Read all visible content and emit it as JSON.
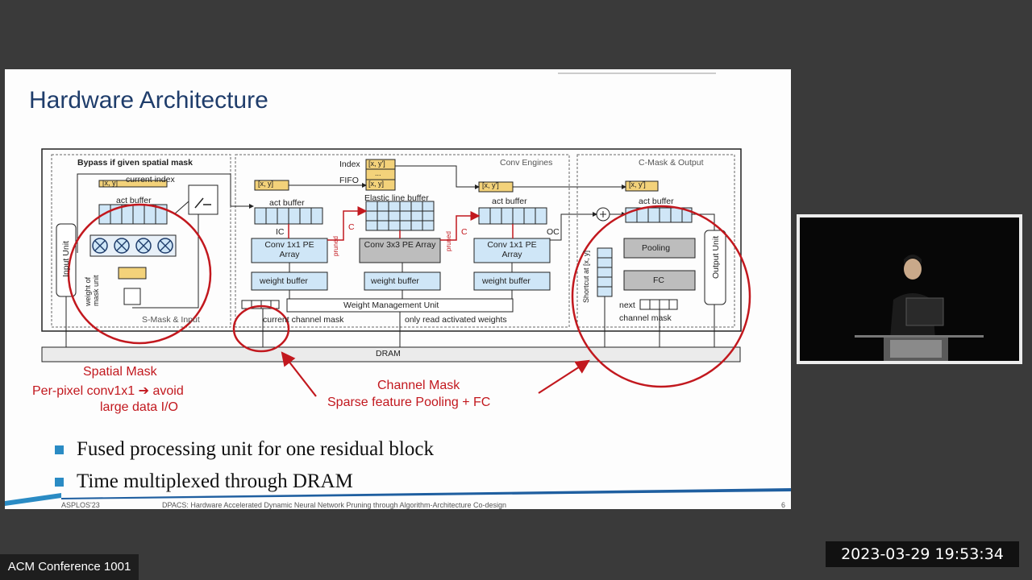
{
  "slide": {
    "title": "Hardware Architecture",
    "diagram": {
      "bypass_label": "Bypass if given spatial mask",
      "current_index_label": "current index",
      "xy_label": "[x, y]",
      "xy_prime_label": "[x, y']",
      "index_label": "Index",
      "fifo_label": "FIFO",
      "dots_label": "...",
      "conv_engines_label": "Conv Engines",
      "cmask_output_label": "C-Mask & Output",
      "smask_input_label": "S-Mask & Input",
      "act_buffer_label": "act buffer",
      "elastic_line_buffer_label": "Elastic line buffer",
      "input_unit_label": "Input Unit",
      "weight_mask_unit_label": "weight of mask unit",
      "conv1x1_a_label": "Conv 1x1 PE Array",
      "conv3x3_label": "Conv 3x3 PE Array",
      "conv1x1_b_label": "Conv 1x1 PE Array",
      "weight_buffer_label": "weight buffer",
      "weight_mgmt_label": "Weight Management Unit",
      "ic_label": "IC",
      "oc_label": "OC",
      "c_label": "C",
      "pruned_label": "pruned",
      "shortcut_label": "Shortcut at [x, y]",
      "pooling_label": "Pooling",
      "fc_label": "FC",
      "next_label": "next",
      "channel_mask_label": "channel mask",
      "output_unit_label": "Output Unit",
      "current_channel_mask_label": "current channel mask",
      "only_read_label": "only read activated weights",
      "dram_label": "DRAM"
    },
    "annotations": {
      "spatial_mask_title": "Spatial Mask",
      "spatial_mask_line1": "Per-pixel conv1x1 ➔ avoid",
      "spatial_mask_line2": "large data I/O",
      "channel_mask_title": "Channel Mask",
      "channel_mask_line1": "Sparse feature Pooling + FC"
    },
    "bullets": [
      "Fused processing unit for one residual block",
      "Time multiplexed through DRAM"
    ],
    "footer": {
      "left": "ASPLOS'23",
      "center": "DPACS: Hardware Accelerated Dynamic Neural Network Pruning through Algorithm-Architecture Co-design",
      "page": "6"
    }
  },
  "overlay": {
    "speaker_tag": "ACM Conference 1001",
    "timestamp": "2023-03-29  19:53:34"
  },
  "colors": {
    "accent_red": "#c2181e",
    "title_blue": "#1f3d6b",
    "bullet_blue": "#2a8bc4",
    "buffer_blue": "#cfe6f7",
    "index_yellow": "#f3d27a"
  }
}
